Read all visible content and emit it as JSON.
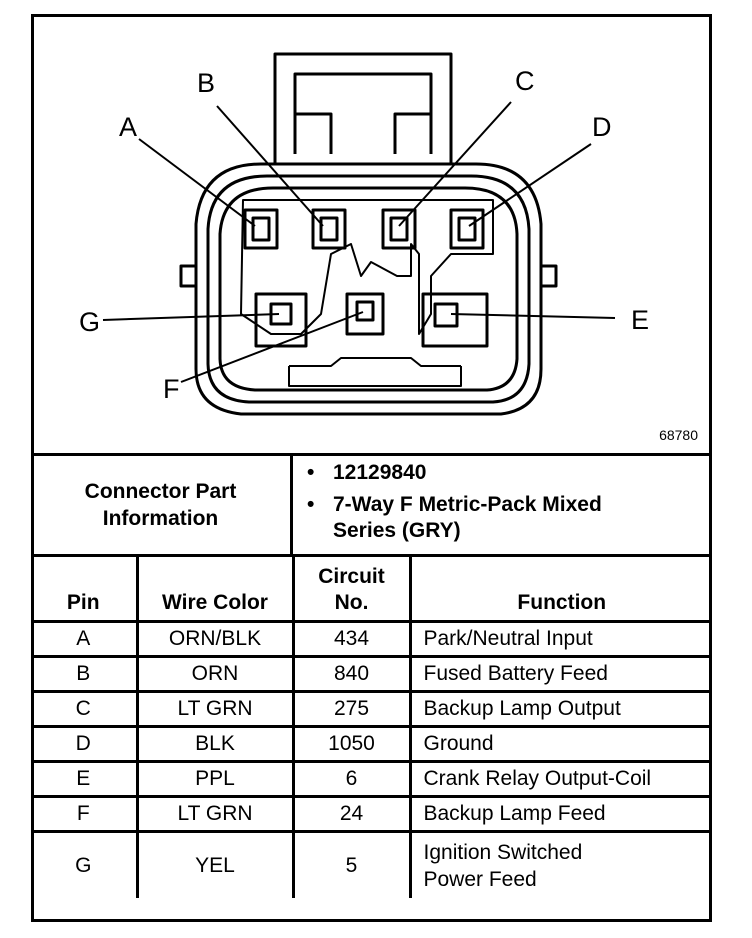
{
  "figure_number": "68780",
  "pin_callouts": {
    "A": "A",
    "B": "B",
    "C": "C",
    "D": "D",
    "E": "E",
    "F": "F",
    "G": "G"
  },
  "connector_info": {
    "label_line1": "Connector Part",
    "label_line2": "Information",
    "part_number": "12129840",
    "description_line1": "7-Way F Metric-Pack Mixed",
    "description_line2": "Series (GRY)"
  },
  "table": {
    "headers": {
      "pin": "Pin",
      "wire_color": "Wire Color",
      "circuit_line1": "Circuit",
      "circuit_line2": "No.",
      "function": "Function"
    },
    "rows": [
      {
        "pin": "A",
        "wire_color": "ORN/BLK",
        "circuit": "434",
        "function": "Park/Neutral Input"
      },
      {
        "pin": "B",
        "wire_color": "ORN",
        "circuit": "840",
        "function": "Fused Battery Feed"
      },
      {
        "pin": "C",
        "wire_color": "LT GRN",
        "circuit": "275",
        "function": "Backup Lamp Output"
      },
      {
        "pin": "D",
        "wire_color": "BLK",
        "circuit": "1050",
        "function": "Ground"
      },
      {
        "pin": "E",
        "wire_color": "PPL",
        "circuit": "6",
        "function": "Crank Relay Output-Coil"
      },
      {
        "pin": "F",
        "wire_color": "LT GRN",
        "circuit": "24",
        "function": "Backup Lamp Feed"
      },
      {
        "pin": "G",
        "wire_color": "YEL",
        "circuit": "5",
        "function_line1": "Ignition Switched",
        "function_line2": "Power Feed"
      }
    ]
  }
}
